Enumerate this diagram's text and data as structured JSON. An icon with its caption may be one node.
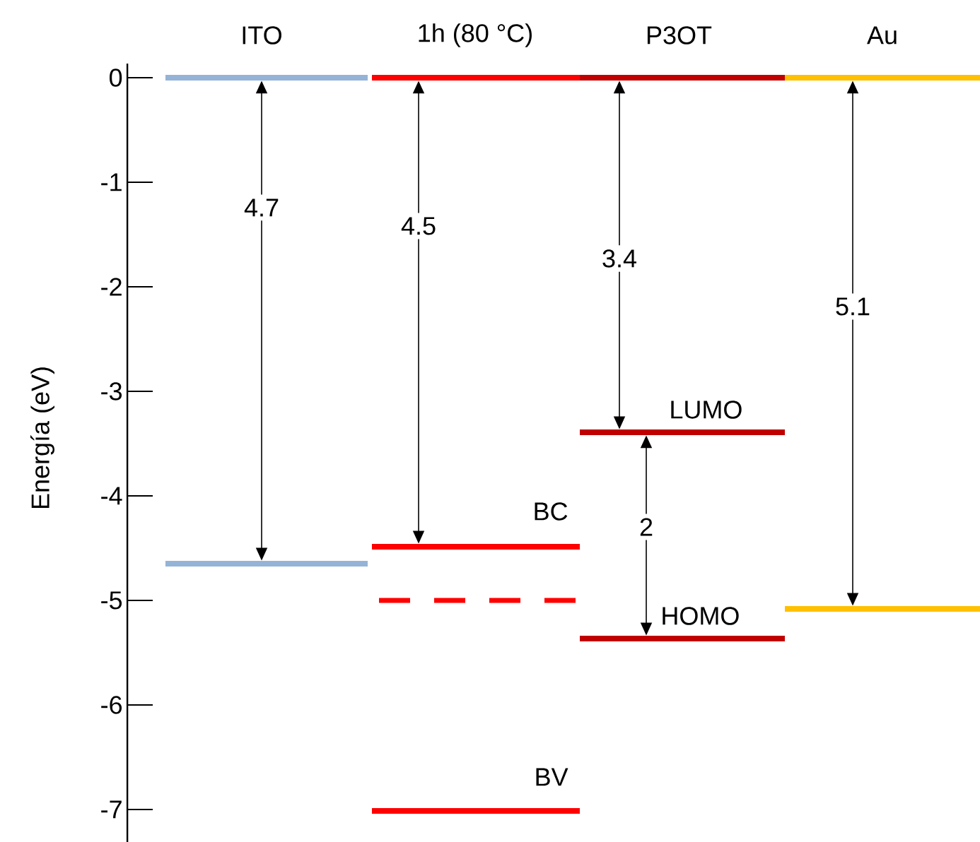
{
  "diagram": {
    "nodes": [
      {
        "text": [
          "ITO"
        ]
      },
      {
        "text": [],
        "shape": "bar"
      },
      {
        "text": [
          "1h (80 °C)"
        ]
      },
      {
        "text": [
          "BC"
        ]
      },
      {
        "text": [],
        "shape": "bar"
      },
      {
        "text": [
          "BV"
        ]
      },
      {
        "text": [
          "P3OT"
        ]
      },
      {
        "text": [
          "LUMO"
        ]
      },
      {
        "text": [
          "HOMO"
        ]
      },
      {
        "text": [
          "Au"
        ]
      },
      {
        "text": [],
        "shape": "bar"
      }
    ],
    "edges": [
      {
        "from": 0,
        "to": 1,
        "arrow": "both",
        "label": "4.7"
      },
      {
        "from": 2,
        "to": 3,
        "arrow": "both",
        "label": "4.5"
      },
      {
        "from": 6,
        "to": 7,
        "arrow": "both",
        "label": "3.4"
      },
      {
        "from": 7,
        "to": 8,
        "arrow": "both",
        "label": "2"
      },
      {
        "from": 9,
        "to": 10,
        "arrow": "both",
        "label": "5.1"
      }
    ],
    "labels": [
      "0",
      "-1",
      "-2",
      "-3",
      "-4",
      "-5",
      "-6",
      "-7",
      "Energía (eV)"
    ]
  }
}
